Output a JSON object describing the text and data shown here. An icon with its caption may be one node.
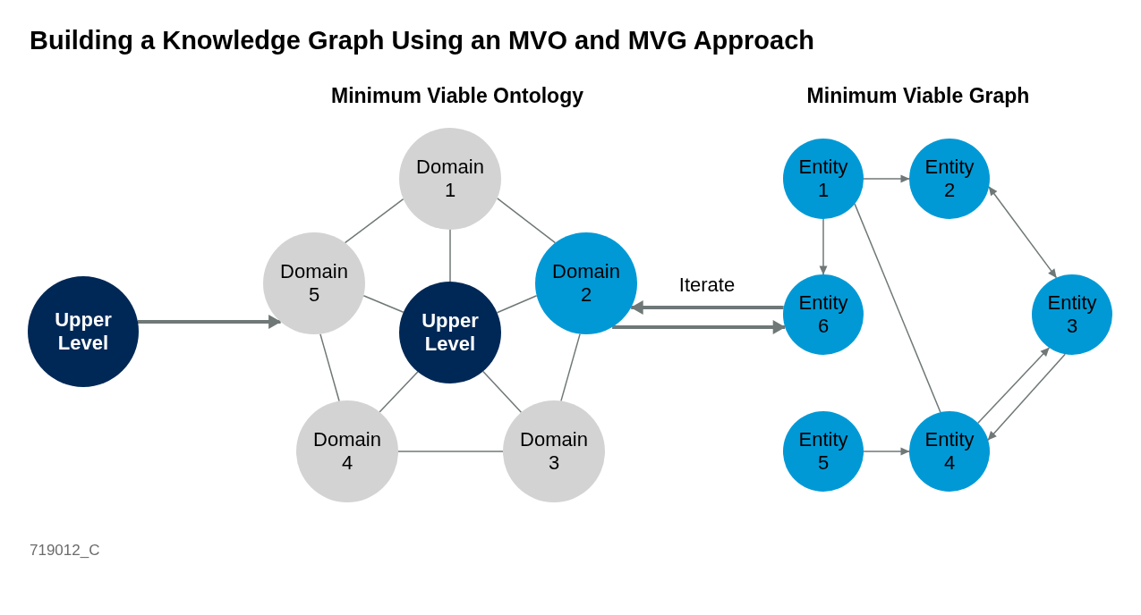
{
  "diagram": {
    "title": "Building a Knowledge Graph Using an MVO and MVG Approach",
    "nodes": [
      {
        "text": [
          "Upper Level"
        ]
      },
      {
        "text": [
          "Domain 1"
        ]
      },
      {
        "text": [
          "Domain 5"
        ]
      },
      {
        "text": [
          "Upper Level"
        ]
      },
      {
        "text": [
          "Domain 2"
        ]
      },
      {
        "text": [
          "Domain 4"
        ]
      },
      {
        "text": [
          "Domain 3"
        ]
      },
      {
        "text": [
          "Entity 1"
        ]
      },
      {
        "text": [
          "Entity 2"
        ]
      },
      {
        "text": [
          "Entity 6"
        ]
      },
      {
        "text": [
          "Entity 3"
        ]
      },
      {
        "text": [
          "Entity 5"
        ]
      },
      {
        "text": [
          "Entity 4"
        ]
      }
    ],
    "edges": [
      {
        "from": 0,
        "to": 2,
        "arrow": "to",
        "style": "thick"
      },
      {
        "from": 1,
        "to": 2,
        "arrow": "none"
      },
      {
        "from": 1,
        "to": 4,
        "arrow": "none"
      },
      {
        "from": 1,
        "to": 3,
        "arrow": "none"
      },
      {
        "from": 2,
        "to": 3,
        "arrow": "none"
      },
      {
        "from": 4,
        "to": 3,
        "arrow": "none"
      },
      {
        "from": 2,
        "to": 5,
        "arrow": "none"
      },
      {
        "from": 4,
        "to": 6,
        "arrow": "none"
      },
      {
        "from": 3,
        "to": 5,
        "arrow": "none"
      },
      {
        "from": 3,
        "to": 6,
        "arrow": "none"
      },
      {
        "from": 5,
        "to": 6,
        "arrow": "none"
      },
      {
        "from": 9,
        "to": 4,
        "arrow": "to",
        "label": "Iterate",
        "style": "thick"
      },
      {
        "from": 4,
        "to": 9,
        "arrow": "to",
        "style": "thick"
      },
      {
        "from": 7,
        "to": 8,
        "arrow": "to"
      },
      {
        "from": 7,
        "to": 9,
        "arrow": "to"
      },
      {
        "from": 7,
        "to": 12,
        "arrow": "none"
      },
      {
        "from": 8,
        "to": 10,
        "arrow": "both"
      },
      {
        "from": 11,
        "to": 12,
        "arrow": "to"
      },
      {
        "from": 12,
        "to": 10,
        "arrow": "to"
      },
      {
        "from": 10,
        "to": 12,
        "arrow": "to"
      }
    ],
    "labels": [
      "Minimum Viable Ontology",
      "Minimum Viable Graph",
      "719012_C"
    ]
  }
}
